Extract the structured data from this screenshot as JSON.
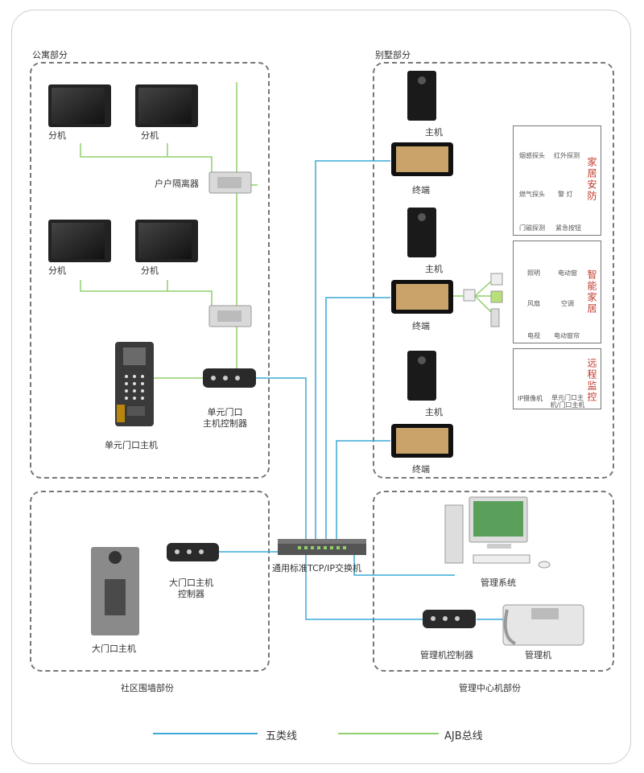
{
  "zones": {
    "apartment": "公寓部分",
    "villa": "别墅部分",
    "community": "社区围墙部份",
    "management": "管理中心机部份"
  },
  "apartment": {
    "unit_label": "分机",
    "isolator": "户户隔离器",
    "unit_controller": "单元门口\n主机控制器",
    "unit_host": "单元门口主机"
  },
  "villa": {
    "host": "主机",
    "terminal": "终端"
  },
  "side_panels": {
    "security": {
      "title": "家居安防",
      "items": [
        "烟感探头",
        "红外探测",
        "燃气探头",
        "警 灯",
        "门磁探测",
        "紧急按钮"
      ]
    },
    "smart_home": {
      "title": "智能家居",
      "items": [
        "照明",
        "电动窗",
        "风扇",
        "空调",
        "电视",
        "电动窗帘"
      ]
    },
    "remote": {
      "title": "远程监控",
      "items": [
        "IP摄像机",
        "单元门口主机/门口主机"
      ]
    }
  },
  "switch_label": "通用标准TCP/IP交换机",
  "community": {
    "gate_controller": "大门口主机\n控制器",
    "gate_host": "大门口主机"
  },
  "management": {
    "system": "管理系统",
    "controller": "管理机控制器",
    "console": "管理机"
  },
  "legend": {
    "cat5": "五类线",
    "ajb": "AJB总线"
  },
  "colors": {
    "cat5_line": "#3aa9d6",
    "ajb_line": "#8fd06a",
    "zone_border": "#777777",
    "accent_red": "#c0392b"
  }
}
